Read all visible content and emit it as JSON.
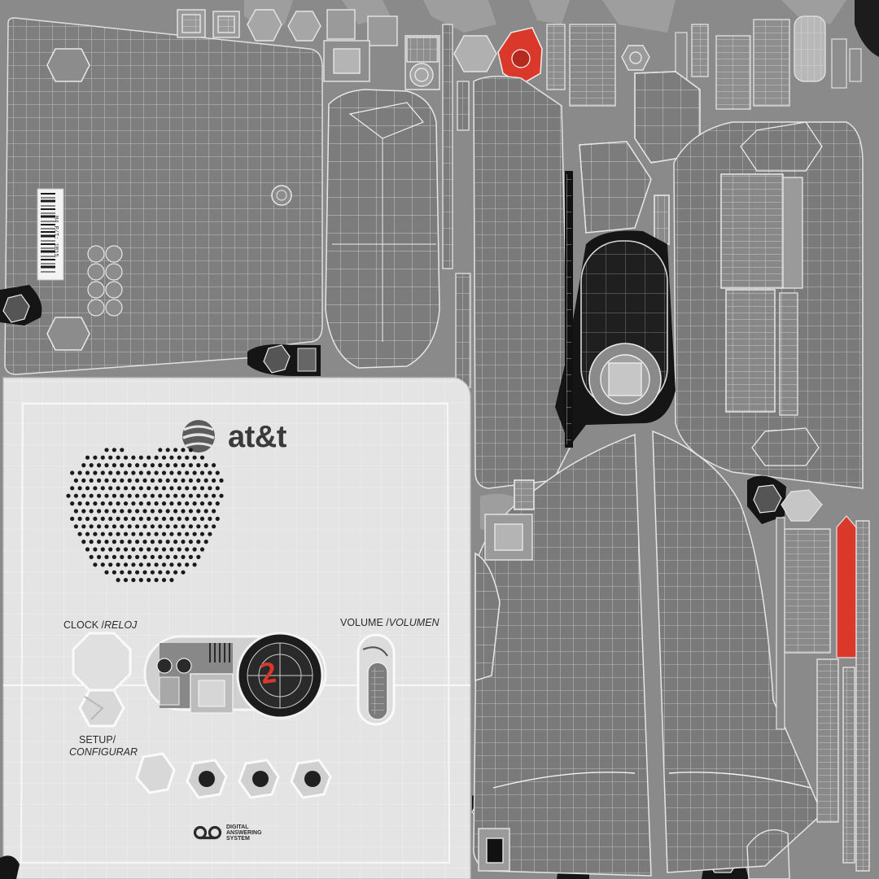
{
  "brand": {
    "name": "at&t"
  },
  "labels": {
    "clock": "CLOCK /",
    "clock_es": "RELOJ",
    "volume": "VOLUME /",
    "volume_es": "VOLUMEN",
    "setup": "SETUP/",
    "setup_es": "CONFIGURAR"
  },
  "badge": {
    "line1": "DIGITAL",
    "line2": "ANSWERING",
    "line3": "SYSTEM"
  },
  "display": {
    "digit": "2"
  },
  "barcode": {
    "text": "M4 P/T: 1M15"
  },
  "colors": {
    "background": "#8a8a8a",
    "panel": "#777777",
    "front_panel": "#e4e4e4",
    "wire": "#d8d8d8",
    "accent_red": "#d9382a",
    "black": "#111111"
  }
}
